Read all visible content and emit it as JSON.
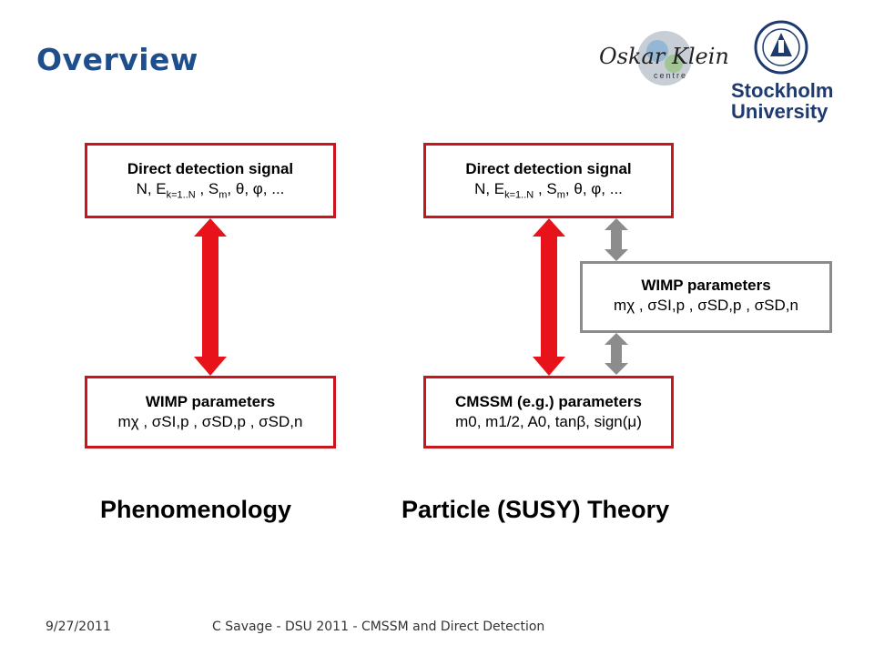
{
  "title": "Overview",
  "logos": {
    "oskar_klein": "Oskar Klein",
    "oskar_klein_sub": "centre",
    "su_line1": "Stockholm",
    "su_line2": "University"
  },
  "left": {
    "top_box": {
      "heading": "Direct detection signal",
      "line_pre": "N, E",
      "line_sub": "k=1..N",
      "line_post": " , S",
      "line_sm_sub": "m",
      "line_tail": ", θ, φ, ..."
    },
    "bottom_box": {
      "heading": "WIMP parameters",
      "line": "mχ , σSI,p , σSD,p , σSD,n"
    },
    "caption": "Phenomenology"
  },
  "right": {
    "top_box": {
      "heading": "Direct detection signal",
      "line_pre": "N, E",
      "line_sub": "k=1..N",
      "line_post": " , S",
      "line_sm_sub": "m",
      "line_tail": ", θ, φ, ..."
    },
    "middle_box": {
      "heading": "WIMP parameters",
      "line": "mχ , σSI,p , σSD,p , σSD,n"
    },
    "bottom_box": {
      "heading": "CMSSM (e.g.) parameters",
      "line": "m0, m1/2, A0, tanβ, sign(μ)"
    },
    "caption": "Particle (SUSY) Theory"
  },
  "footer": {
    "date": "9/27/2011",
    "text": "C Savage - DSU 2011 - CMSSM and Direct Detection"
  },
  "colors": {
    "title": "#1f4e8c",
    "red_border": "#c8161c",
    "red_arrow": "#e8131a",
    "grey": "#8c8c8c"
  }
}
